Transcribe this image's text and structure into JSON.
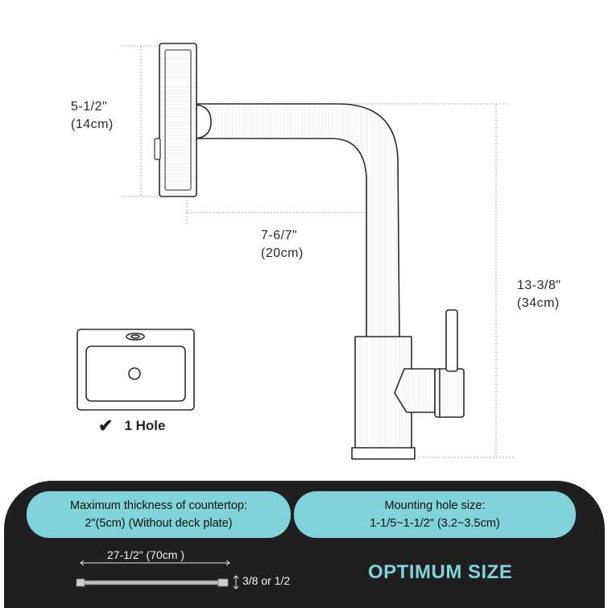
{
  "dimensions": {
    "spray_head_height": {
      "imperial": "5-1/2\"",
      "metric": "(14cm)"
    },
    "reach": {
      "imperial": "7-6/7\"",
      "metric": "(20cm)"
    },
    "total_height": {
      "imperial": "13-3/8\"",
      "metric": "(34cm)"
    }
  },
  "sink": {
    "hole_label": "1 Hole",
    "check_icon": "checkmark-icon"
  },
  "info_panel": {
    "thickness": {
      "title": "Maximum thickness of countertop:",
      "value": "2\"(5cm) (Without deck plate)"
    },
    "mounting_hole": {
      "title": "Mounting hole size:",
      "value": "1-1/5~1-1/2\" (3.2~3.5cm)"
    },
    "hose": {
      "length": "27-1/2\" (70cm )",
      "size": "3/8 or 1/2"
    },
    "title": "OPTIMUM SIZE",
    "colors": {
      "panel": "#1f1f1f",
      "accent": "#7fd3d9"
    }
  }
}
